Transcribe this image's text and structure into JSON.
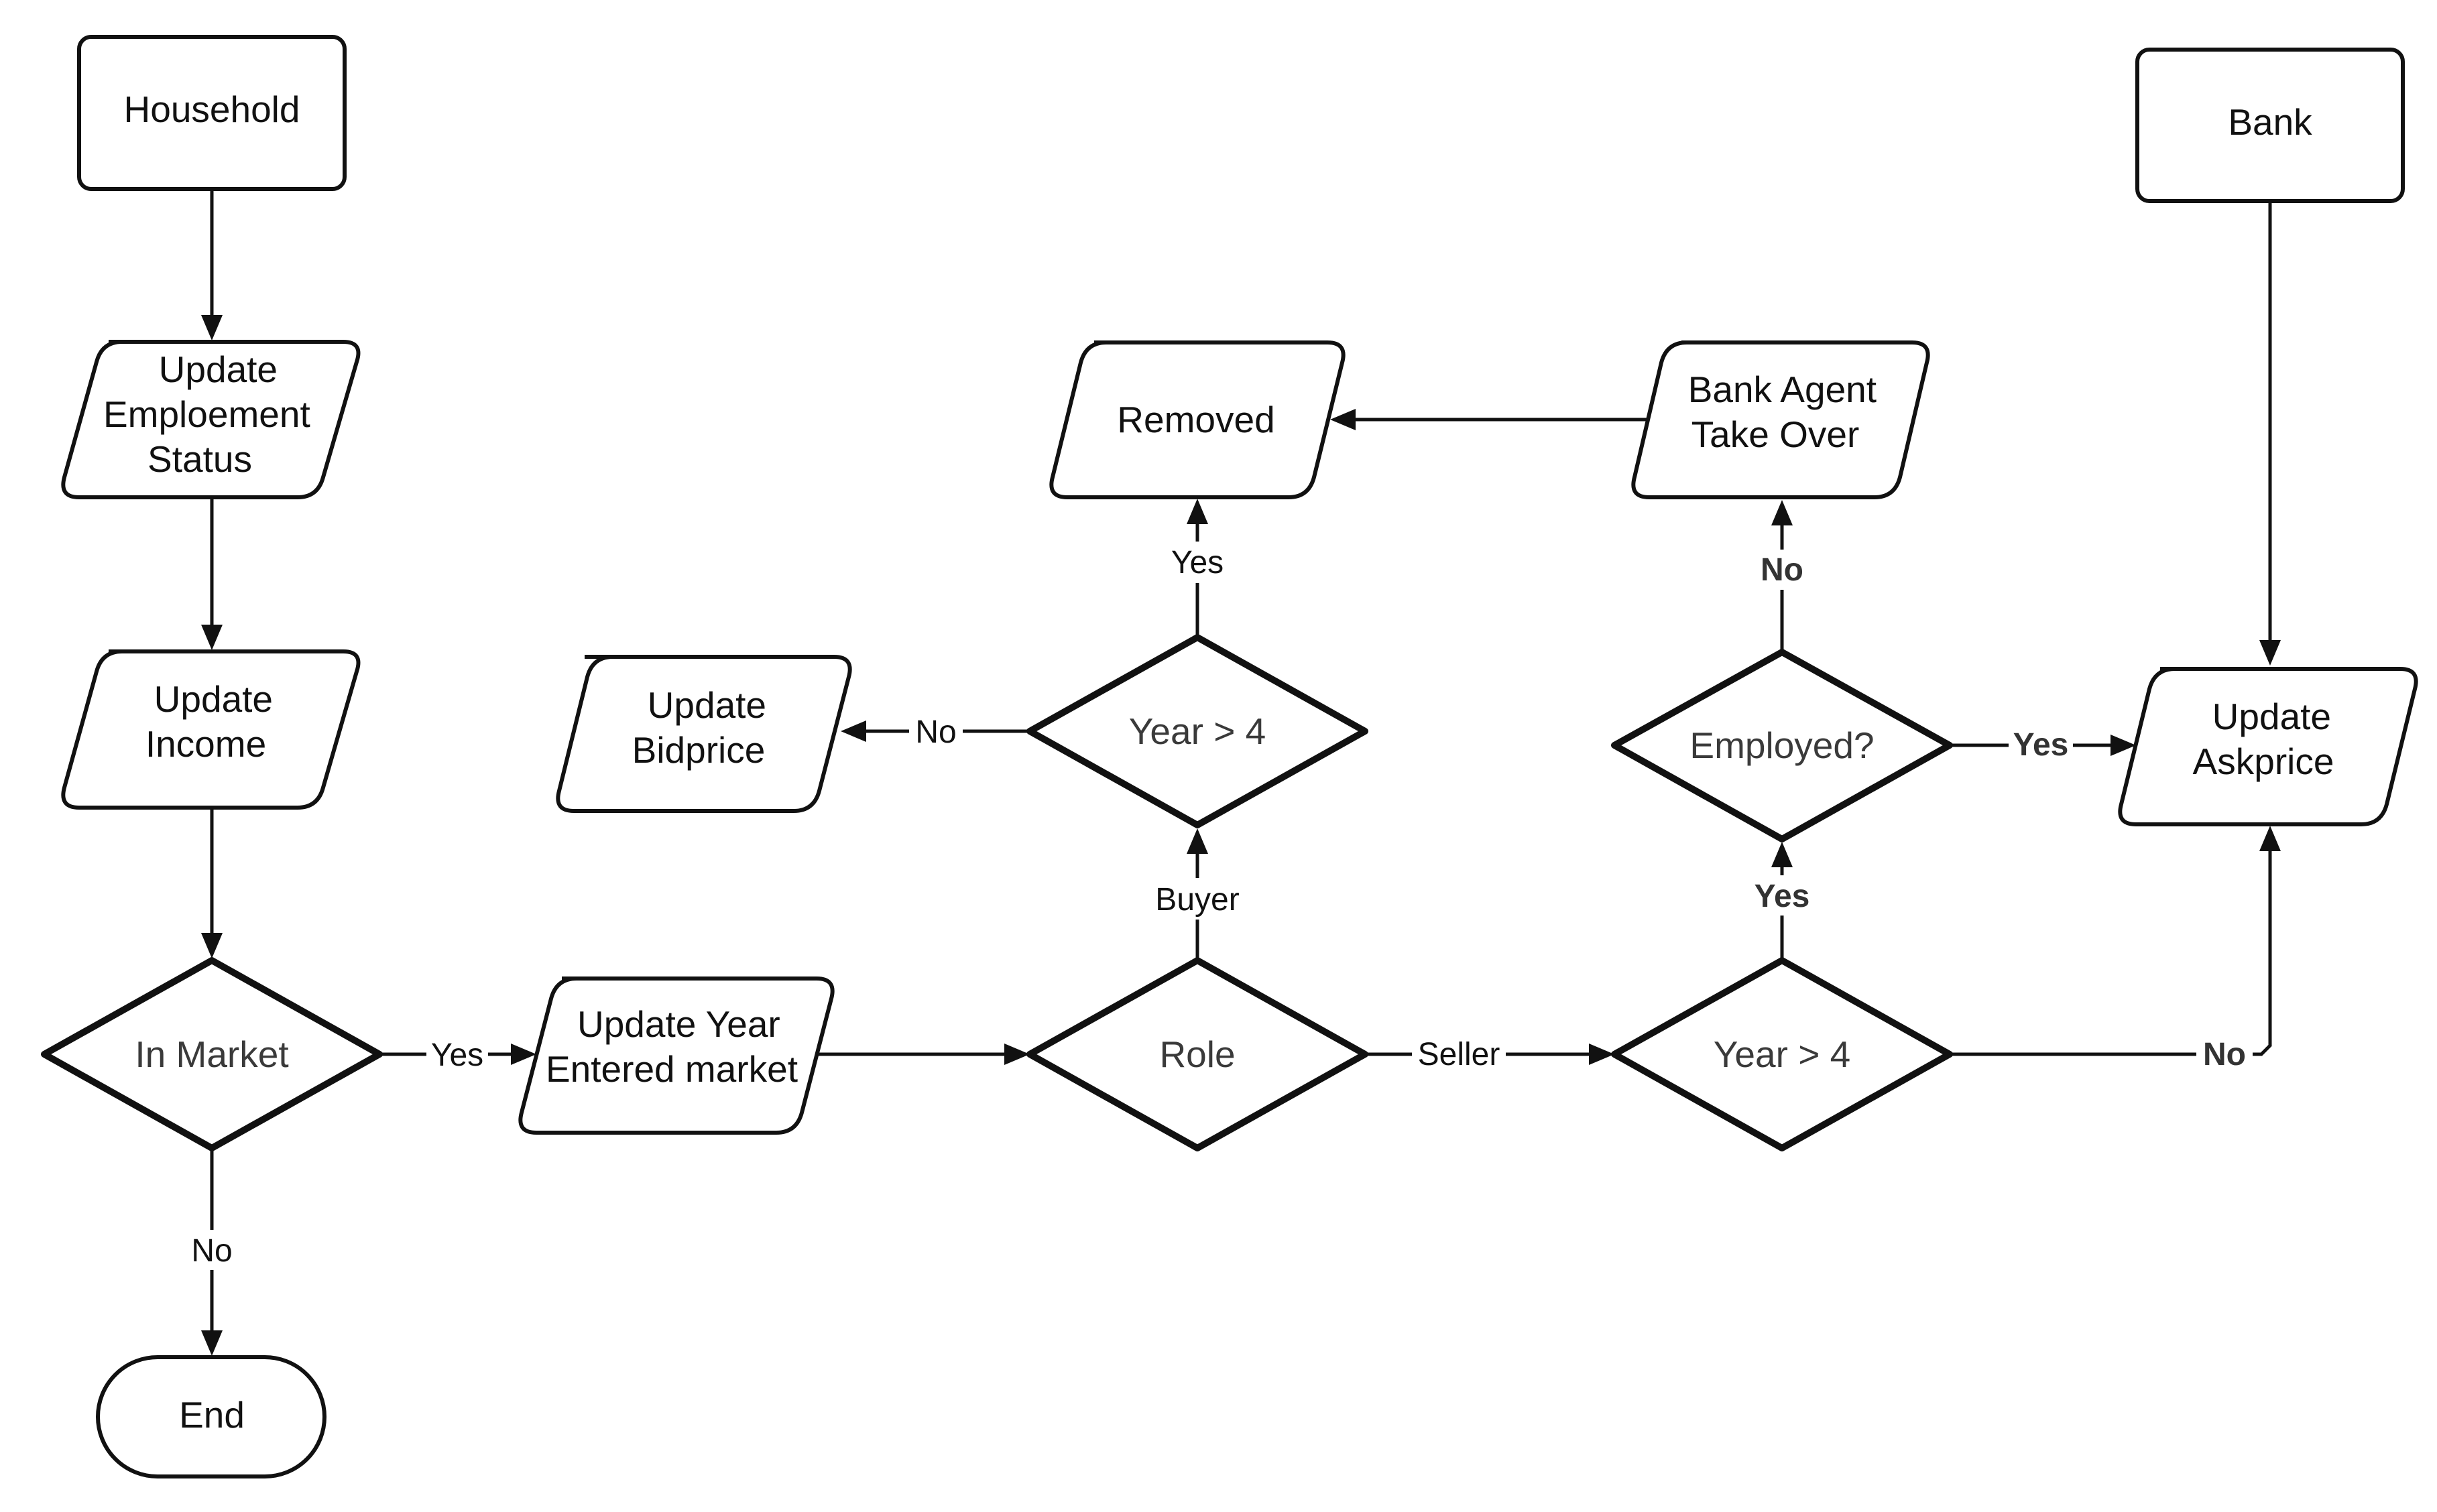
{
  "nodes": {
    "household": {
      "lines": [
        "Household"
      ]
    },
    "update_employment": {
      "lines": [
        "Update",
        "Emploement",
        "Status"
      ]
    },
    "update_income": {
      "lines": [
        "Update",
        "Income"
      ]
    },
    "in_market": {
      "lines": [
        "In Market"
      ]
    },
    "end": {
      "lines": [
        "End"
      ]
    },
    "update_year_entered": {
      "lines": [
        "Update Year",
        "Entered market"
      ]
    },
    "role": {
      "lines": [
        "Role"
      ]
    },
    "year_gt4_buyer": {
      "lines": [
        "Year > 4"
      ]
    },
    "removed": {
      "lines": [
        "Removed"
      ]
    },
    "update_bidprice": {
      "lines": [
        "Update",
        "Bidprice"
      ]
    },
    "year_gt4_seller": {
      "lines": [
        "Year > 4"
      ]
    },
    "employed": {
      "lines": [
        "Employed?"
      ]
    },
    "bank_agent": {
      "lines": [
        "Bank Agent",
        "Take Over"
      ]
    },
    "bank": {
      "lines": [
        "Bank"
      ]
    },
    "update_askprice": {
      "lines": [
        "Update",
        "Askprice"
      ]
    }
  },
  "edge_labels": {
    "in_market_yes": "Yes",
    "in_market_no": "No",
    "role_buyer": "Buyer",
    "role_seller": "Seller",
    "buyer_year_yes": "Yes",
    "buyer_year_no": "No",
    "seller_year_yes": "Yes",
    "seller_year_no": "No",
    "employed_yes": "Yes",
    "employed_no": "No"
  }
}
